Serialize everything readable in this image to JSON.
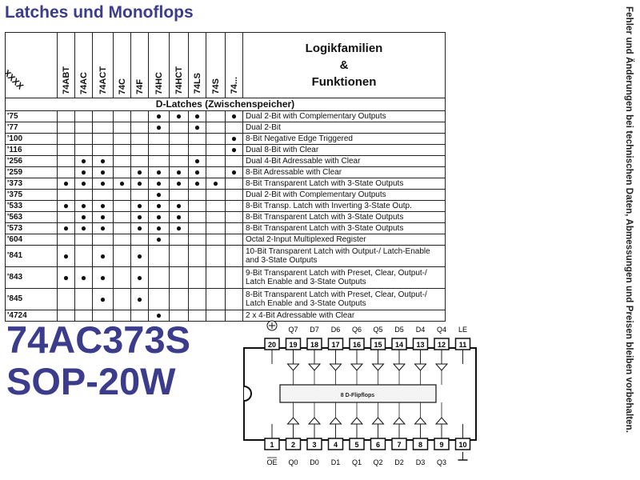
{
  "title": "Latches und Monoflops",
  "side_note": "Fehler und Änderungen bei technischen Daten, Abmessungen und Preisen bleiben vorbehalten.",
  "table": {
    "corner_label": "74...XXXX",
    "families": [
      "74ABT",
      "74AC",
      "74ACT",
      "74C",
      "74F",
      "74HC",
      "74HCT",
      "74LS",
      "74S",
      "74..."
    ],
    "header_right": [
      "Logikfamilien",
      "&",
      "Funktionen"
    ],
    "section": "D-Latches (Zwischenspeicher)",
    "dot": "●",
    "rows": [
      {
        "code": "'75",
        "dots": [
          0,
          0,
          0,
          0,
          0,
          1,
          1,
          1,
          0,
          1
        ],
        "func": "Dual 2-Bit with Complementary Outputs"
      },
      {
        "code": "'77",
        "dots": [
          0,
          0,
          0,
          0,
          0,
          1,
          0,
          1,
          0,
          0
        ],
        "func": "Dual 2-Bit"
      },
      {
        "code": "'100",
        "dots": [
          0,
          0,
          0,
          0,
          0,
          0,
          0,
          0,
          0,
          1
        ],
        "func": "8-Bit Negative Edge Triggered"
      },
      {
        "code": "'116",
        "dots": [
          0,
          0,
          0,
          0,
          0,
          0,
          0,
          0,
          0,
          1
        ],
        "func": "Dual 8-Bit with Clear"
      },
      {
        "code": "'256",
        "dots": [
          0,
          1,
          1,
          0,
          0,
          0,
          0,
          1,
          0,
          0
        ],
        "func": "Dual 4-Bit Adressable with Clear"
      },
      {
        "code": "'259",
        "dots": [
          0,
          1,
          1,
          0,
          1,
          1,
          1,
          1,
          0,
          1
        ],
        "func": "8-Bit Adressable with Clear"
      },
      {
        "code": "'373",
        "dots": [
          1,
          1,
          1,
          1,
          1,
          1,
          1,
          1,
          1,
          0
        ],
        "func": "8-Bit Transparent Latch with 3-State Outputs"
      },
      {
        "code": "'375",
        "dots": [
          0,
          0,
          0,
          0,
          0,
          1,
          0,
          0,
          0,
          0
        ],
        "func": "Dual 2-Bit with Complementary Outputs"
      },
      {
        "code": "'533",
        "dots": [
          1,
          1,
          1,
          0,
          1,
          1,
          1,
          0,
          0,
          0
        ],
        "func": "8-Bit Transp. Latch with Inverting 3-State Outp."
      },
      {
        "code": "'563",
        "dots": [
          0,
          1,
          1,
          0,
          1,
          1,
          1,
          0,
          0,
          0
        ],
        "func": "8-Bit Transparent Latch with 3-State Outputs"
      },
      {
        "code": "'573",
        "dots": [
          1,
          1,
          1,
          0,
          1,
          1,
          1,
          0,
          0,
          0
        ],
        "func": "8-Bit Transparent Latch with 3-State Outputs"
      },
      {
        "code": "'604",
        "dots": [
          0,
          0,
          0,
          0,
          0,
          1,
          0,
          0,
          0,
          0
        ],
        "func": "Octal 2-Input Multiplexed Register"
      },
      {
        "code": "'841",
        "dots": [
          1,
          0,
          1,
          0,
          1,
          0,
          0,
          0,
          0,
          0
        ],
        "func": "10-Bit Transparent Latch with Output-/ Latch-Enable and 3-State Outputs"
      },
      {
        "code": "'843",
        "dots": [
          1,
          1,
          1,
          0,
          1,
          0,
          0,
          0,
          0,
          0
        ],
        "func": "9-Bit Transparent Latch with Preset, Clear, Output-/ Latch Enable and 3-State Outputs"
      },
      {
        "code": "'845",
        "dots": [
          0,
          0,
          1,
          0,
          1,
          0,
          0,
          0,
          0,
          0
        ],
        "func": "8-Bit Transparent Latch with Preset, Clear, Output-/ Latch Enable and 3-State Outputs"
      },
      {
        "code": "'4724",
        "dots": [
          0,
          0,
          0,
          0,
          0,
          1,
          0,
          0,
          0,
          0
        ],
        "func": "2 x 4-Bit Adressable with Clear"
      }
    ]
  },
  "part_number": "74AC373S",
  "package": "SOP-20W",
  "pinout": {
    "top_labels": [
      "Q7",
      "D7",
      "D6",
      "Q6",
      "Q5",
      "D5",
      "D4",
      "Q4",
      "LE"
    ],
    "top_numbers": [
      "20",
      "19",
      "18",
      "17",
      "16",
      "15",
      "14",
      "13",
      "12",
      "11"
    ],
    "bottom_numbers": [
      "1",
      "2",
      "3",
      "4",
      "5",
      "6",
      "7",
      "8",
      "9",
      "10"
    ],
    "bottom_labels": [
      "OE",
      "Q0",
      "D0",
      "D1",
      "Q1",
      "Q2",
      "D2",
      "D3",
      "Q3"
    ],
    "center_label": "8 D-Flipflops"
  }
}
